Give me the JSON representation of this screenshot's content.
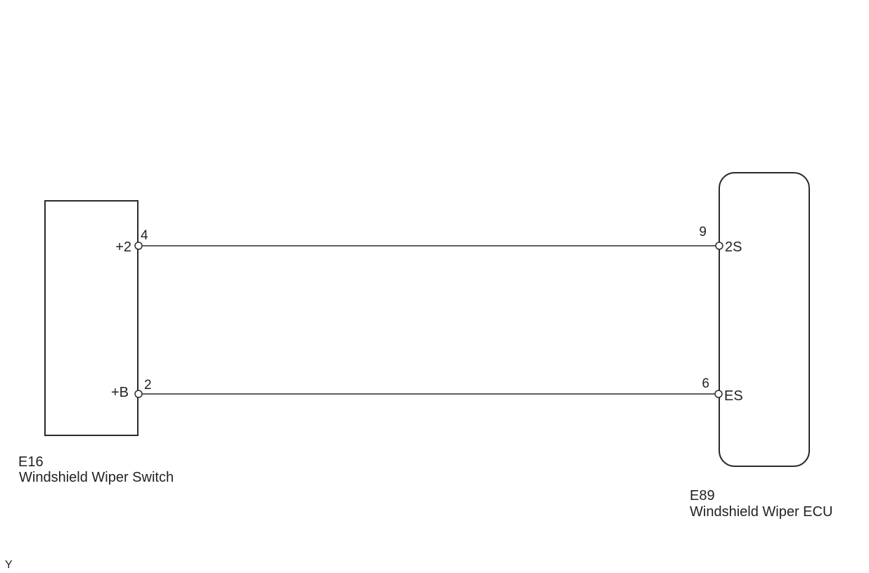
{
  "components": {
    "switch": {
      "code": "E16",
      "name": "Windshield Wiper Switch",
      "terminals": {
        "top": {
          "label": "+2",
          "pin": "4"
        },
        "bottom": {
          "label": "+B",
          "pin": "2"
        }
      }
    },
    "ecu": {
      "code": "E89",
      "name": "Windshield Wiper ECU",
      "terminals": {
        "top": {
          "label": "2S",
          "pin": "9"
        },
        "bottom": {
          "label": "ES",
          "pin": "6"
        }
      }
    }
  },
  "footer_code": "Y",
  "colors": {
    "line": "#2a2a2a",
    "text": "#222222",
    "background": "#ffffff"
  }
}
